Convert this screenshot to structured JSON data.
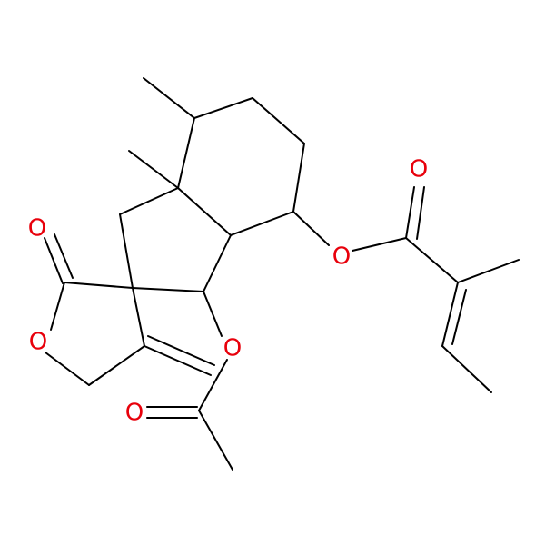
{
  "molecule": {
    "atoms": [
      {
        "id": "O1",
        "label": "O"
      },
      {
        "id": "O2",
        "label": "O"
      },
      {
        "id": "O3",
        "label": "O"
      },
      {
        "id": "O4",
        "label": "O"
      },
      {
        "id": "O5",
        "label": "O"
      },
      {
        "id": "O6",
        "label": "O"
      }
    ]
  },
  "colors": {
    "oxygen": "#e8000b",
    "bond": "#000000",
    "background": "#ffffff"
  }
}
